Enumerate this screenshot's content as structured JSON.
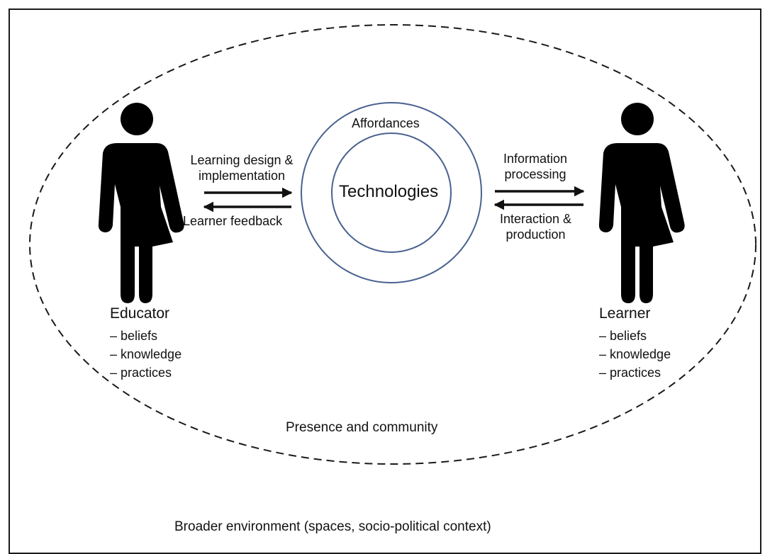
{
  "diagram": {
    "environment_label": "Broader environment (spaces, socio-political context)",
    "community_label": "Presence and community",
    "center": {
      "outer_label": "Affordances",
      "inner_label": "Technologies"
    },
    "left_arrows": {
      "to_center_label": "Learning design & implementation",
      "to_center_line1": "Learning design &",
      "to_center_line2": "implementation",
      "from_center_label": "Learner feedback"
    },
    "right_arrows": {
      "to_learner_line1": "Information",
      "to_learner_line2": "processing",
      "from_learner_line1": "Interaction &",
      "from_learner_line2": "production"
    },
    "educator": {
      "title": "Educator",
      "attributes": [
        "– beliefs",
        "– knowledge",
        "– practices"
      ]
    },
    "learner": {
      "title": "Learner",
      "attributes": [
        "– beliefs",
        "– knowledge",
        "– practices"
      ]
    },
    "colors": {
      "circle_stroke": "#4a6290",
      "figure_fill": "#000000",
      "line": "#1a1a1a"
    },
    "icons": {
      "educator_figure": "person-female-icon",
      "learner_figure": "person-female-icon",
      "arrow_right": "arrow-right-icon",
      "arrow_left": "arrow-left-icon"
    }
  }
}
